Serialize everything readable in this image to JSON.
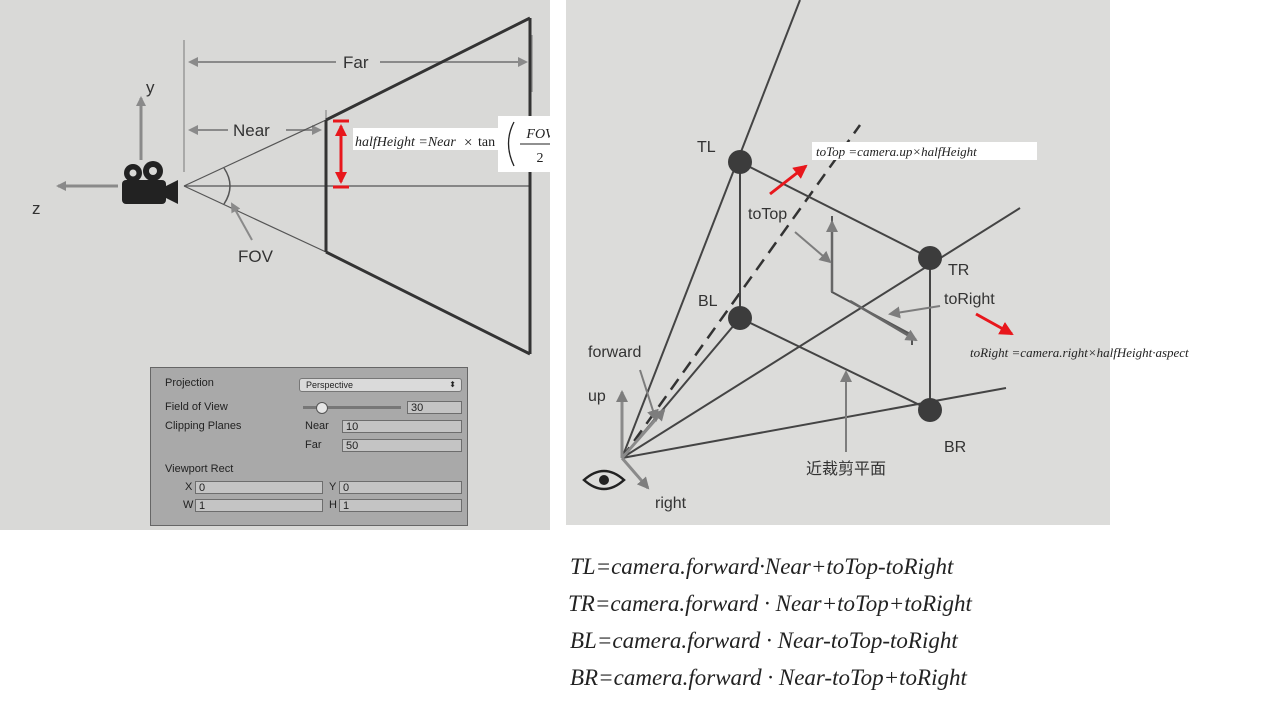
{
  "left_diagram": {
    "far_label": "Far",
    "near_label": "Near",
    "fov_label": "FOV",
    "y_axis_label": "y",
    "z_axis_label": "z",
    "formula": {
      "lhs": "halfHeight =Near",
      "times": "×",
      "fn": "tan",
      "numerator": "FOV",
      "denominator": "2"
    }
  },
  "inspector": {
    "projection_label": "Projection",
    "projection_value": "Perspective",
    "fov_label": "Field of View",
    "fov_value": "30",
    "fov_fraction": 0.18,
    "clipping_label": "Clipping Planes",
    "near_label": "Near",
    "near_value": "10",
    "far_label": "Far",
    "far_value": "50",
    "viewport_label": "Viewport Rect",
    "x_label": "X",
    "x_value": "0",
    "y_label": "Y",
    "y_value": "0",
    "w_label": "W",
    "w_value": "1",
    "h_label": "H",
    "h_value": "1"
  },
  "right_diagram": {
    "tl": "TL",
    "tr": "TR",
    "bl": "BL",
    "br": "BR",
    "to_top": "toTop",
    "to_right": "toRight",
    "forward": "forward",
    "up": "up",
    "right": "right",
    "near_plane": "近裁剪平面",
    "to_top_formula": "toTop =camera.up×halfHeight",
    "to_right_formula": "toRight =camera.right×halfHeight·aspect"
  },
  "formulas": [
    "TL=camera.forward·Near+toTop-toRight",
    "TR=camera.forward · Near+toTop+toRight",
    "BL=camera.forward · Near-toTop-toRight",
    "BR=camera.forward · Near-toTop+toRight"
  ],
  "colors": {
    "annotation_red": "#e8171c",
    "line": "#444444",
    "arrow_gray": "#7d7d7d"
  }
}
